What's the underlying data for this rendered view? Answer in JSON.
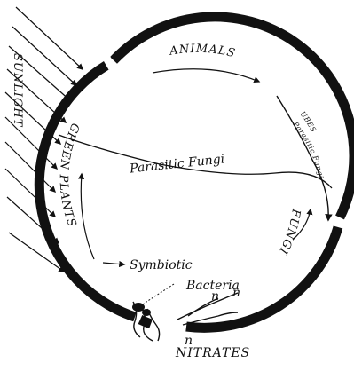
{
  "diagram": {
    "labels": {
      "sunlight": "SUNLIGHT",
      "animals": "ANIMALS",
      "green_plants": "GREEN PLANTS",
      "fungi": "FUNGI",
      "parasitic_fungi": "Parasitic Fungi",
      "symbiotic": "Symbiotic",
      "bacteria": "Bacteria",
      "nitrates": "NITRATES",
      "small_n_1": "n",
      "small_n_2": "n",
      "small_n_3": "n",
      "ubes": "UBES",
      "parasitic_fungi_small": "Parasitic Fungi"
    },
    "colors": {
      "ink": "#111111",
      "paper": "#ffffff"
    }
  }
}
